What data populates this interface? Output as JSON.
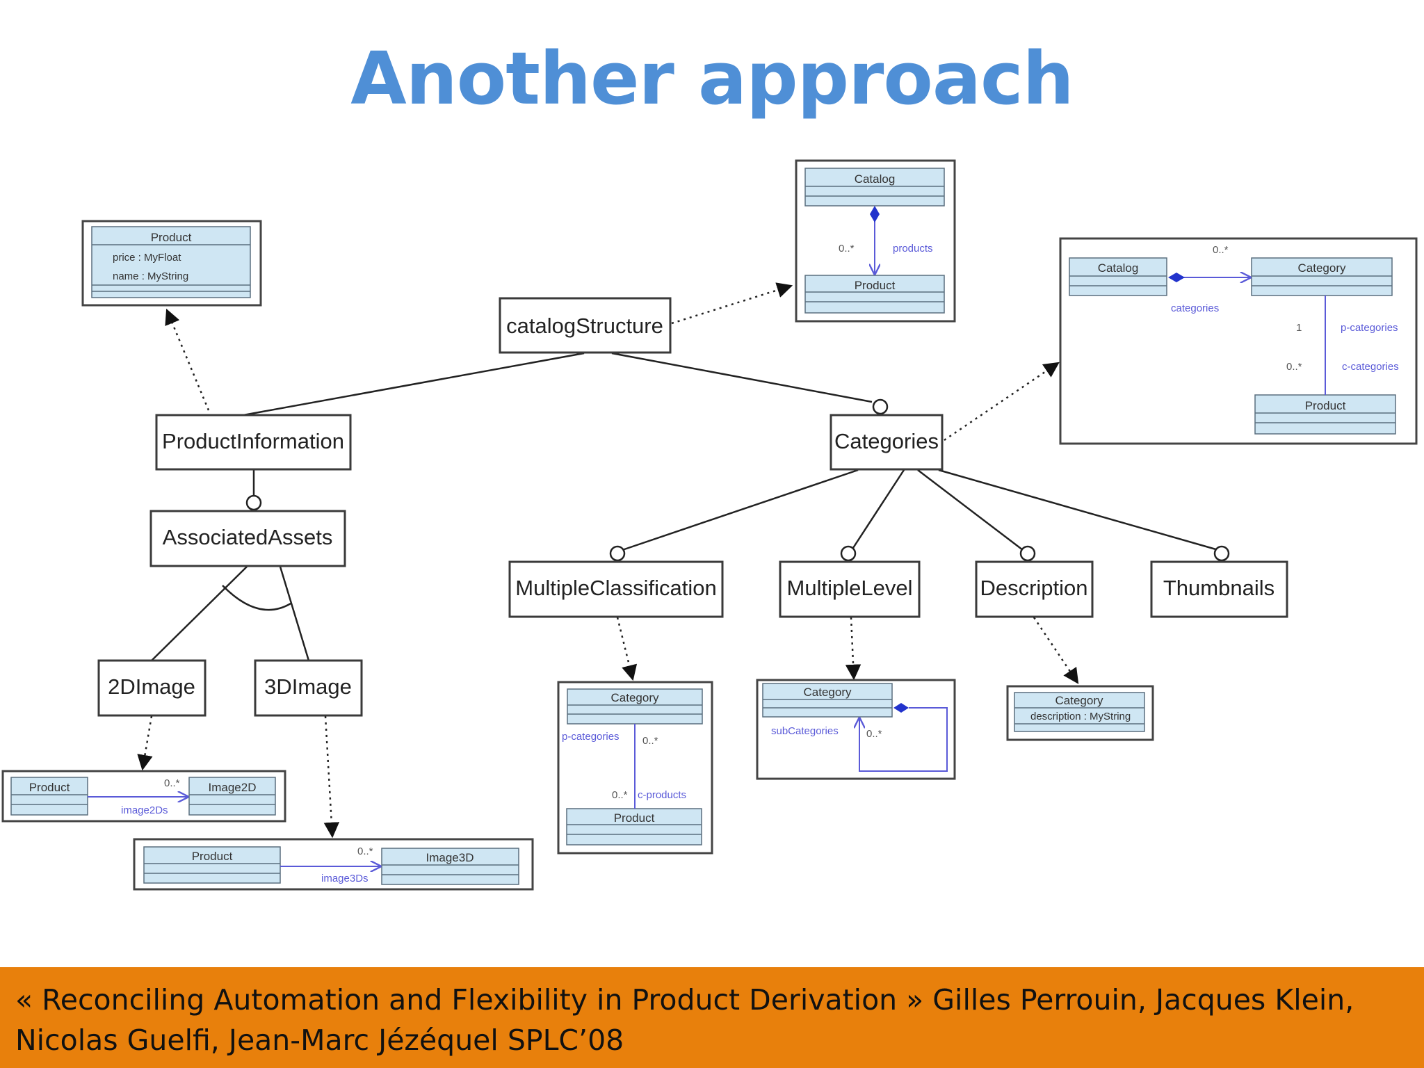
{
  "title": "Another approach",
  "features": {
    "root": "catalogStructure",
    "product_information": "ProductInformation",
    "associated_assets": "AssociatedAssets",
    "image_2d": "2DImage",
    "image_3d": "3DImage",
    "categories": "Categories",
    "multiple_classification": "MultipleClassification",
    "multiple_level": "MultipleLevel",
    "description": "Description",
    "thumbnails": "Thumbnails"
  },
  "models": {
    "product": {
      "class": "Product",
      "attr1": "price : MyFloat",
      "attr2": "name : MyString"
    },
    "catalog_products": {
      "class1": "Catalog",
      "class2": "Product",
      "mult": "0..*",
      "role": "products"
    },
    "categories_model": {
      "catalog": "Catalog",
      "category": "Category",
      "product": "Product",
      "mult_top": "0..*",
      "role_top": "categories",
      "mult1": "1",
      "role1": "p-categories",
      "mult2": "0..*",
      "role2": "c-categories"
    },
    "image2d": {
      "class1": "Product",
      "class2": "Image2D",
      "mult": "0..*",
      "role": "image2Ds"
    },
    "image3d": {
      "class1": "Product",
      "class2": "Image3D",
      "mult": "0..*",
      "role": "image3Ds"
    },
    "multi_class": {
      "class1": "Category",
      "class2": "Product",
      "role1": "p-categories",
      "mult1": "0..*",
      "mult2": "0..*",
      "role2": "c-products"
    },
    "multi_level": {
      "class": "Category",
      "role": "subCategories",
      "mult": "0..*"
    },
    "description_model": {
      "class": "Category",
      "attr": "description : MyString"
    }
  },
  "footer": {
    "citation": "« Reconciling Automation and Flexibility in Product Derivation » Gilles Perrouin, Jacques Klein, Nicolas Guelfi, Jean-Marc Jézéquel SPLC’08"
  },
  "colors": {
    "title": "#4f8fd6",
    "footer_bg": "#e8800c",
    "uml_class_fill": "#cfe6f3",
    "association": "#5a5ad8"
  }
}
